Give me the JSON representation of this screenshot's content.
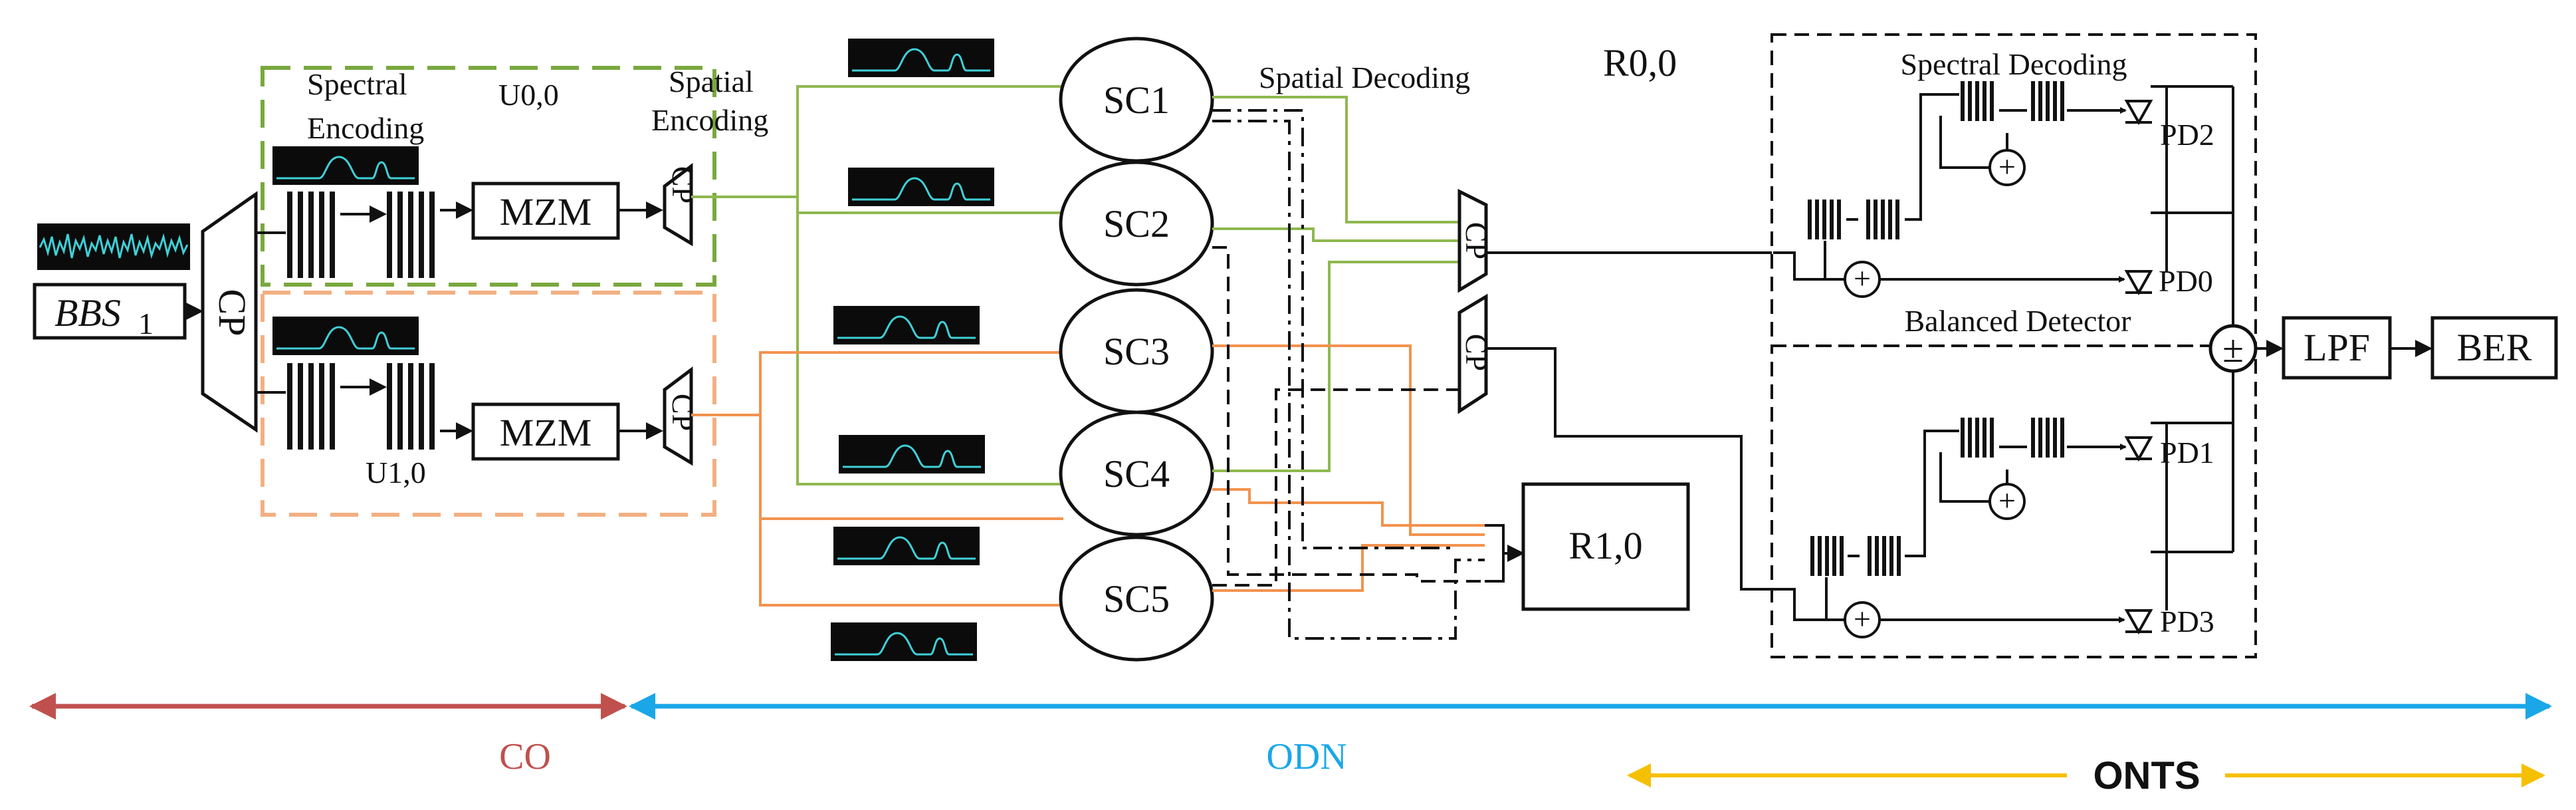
{
  "labels": {
    "source": "BBS",
    "source_sub": "1",
    "cp": "CP",
    "mzm": "MZM",
    "user_upper": "U0,0",
    "user_lower": "U1,0",
    "spectral_encoding_line1": "Spectral",
    "spectral_encoding_line2": "Encoding",
    "spatial_encoding_line1": "Spatial",
    "spatial_encoding_line2": "Encoding",
    "spatial_decoding": "Spatial Decoding",
    "receiver_upper": "R0,0",
    "receiver_lower": "R1,0",
    "spectral_decoding": "Spectral Decoding",
    "balanced_detector": "Balanced Detector",
    "pm": "±",
    "plus": "+",
    "lpf": "LPF",
    "ber": "BER"
  },
  "cores": [
    "SC1",
    "SC2",
    "SC3",
    "SC4",
    "SC5"
  ],
  "photodiodes": [
    "PD2",
    "PD0",
    "PD1",
    "PD3"
  ],
  "segments": {
    "co": "CO",
    "odn": "ODN",
    "onts": "ONTS"
  },
  "colors": {
    "co": "#c0504d",
    "odn": "#1aa7e8",
    "onts": "#f5c000",
    "green_path": "#8fb84f",
    "orange_path": "#f2924e",
    "spectrum_trace": "#3fd0d8"
  },
  "icons": {
    "photodiode": "triangle-diode-icon",
    "grating": "fiber-bragg-grating-icon",
    "spectrum": "spectrum-thumbnail-icon",
    "noise": "broadband-noise-trace-icon"
  }
}
